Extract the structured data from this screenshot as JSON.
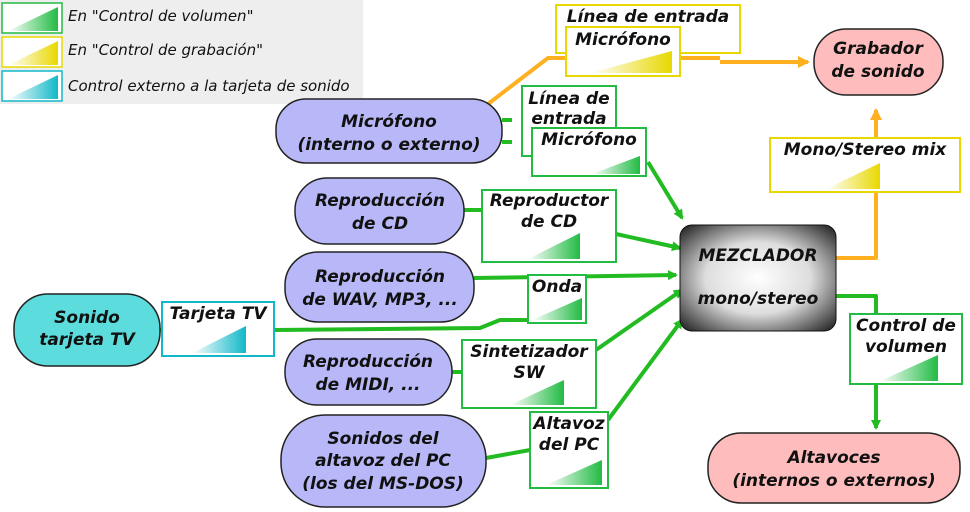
{
  "legend": [
    {
      "label": "En \"Control de volumen\"",
      "color": "#22bb44"
    },
    {
      "label": "En \"Control de grabación\"",
      "color": "#e8d800"
    },
    {
      "label": "Control externo a la tarjeta de sonido",
      "color": "#11b8c8"
    }
  ],
  "sources": {
    "microfono": [
      "Micrófono",
      "(interno o externo)"
    ],
    "cd": [
      "Reproducción",
      "de CD"
    ],
    "wav": [
      "Reproducción",
      "de WAV, MP3, ..."
    ],
    "midi": [
      "Reproducción",
      "de MIDI, ..."
    ],
    "altavoz_pc": [
      "Sonidos del",
      "altavoz del PC",
      "(los del MS-DOS)"
    ],
    "tv": [
      "Sonido",
      "tarjeta TV"
    ]
  },
  "controls": {
    "rec_linea": "Línea de entrada",
    "rec_mic": "Micrófono",
    "vol_linea": [
      "Línea de",
      "entrada"
    ],
    "vol_mic": "Micrófono",
    "cd": [
      "Reproductor",
      "de CD"
    ],
    "onda": "Onda",
    "tv": "Tarjeta TV",
    "sint": [
      "Sintetizador",
      "SW"
    ],
    "altavoz": [
      "Altavoz",
      "del PC"
    ],
    "mono_stereo": "Mono/Stereo mix",
    "volumen": [
      "Control de",
      "volumen"
    ]
  },
  "mixer": [
    "MEZCLADOR",
    "mono/stereo"
  ],
  "outputs": {
    "grabador": [
      "Grabador",
      "de sonido"
    ],
    "altavoces": [
      "Altavoces",
      "(internos o externos)"
    ]
  },
  "colors": {
    "green": "#22bb22",
    "orange": "#ffb020",
    "source_fill": "#b8b8f8",
    "tv_fill": "#5cdcdc",
    "output_fill": "#ffbcbc"
  }
}
